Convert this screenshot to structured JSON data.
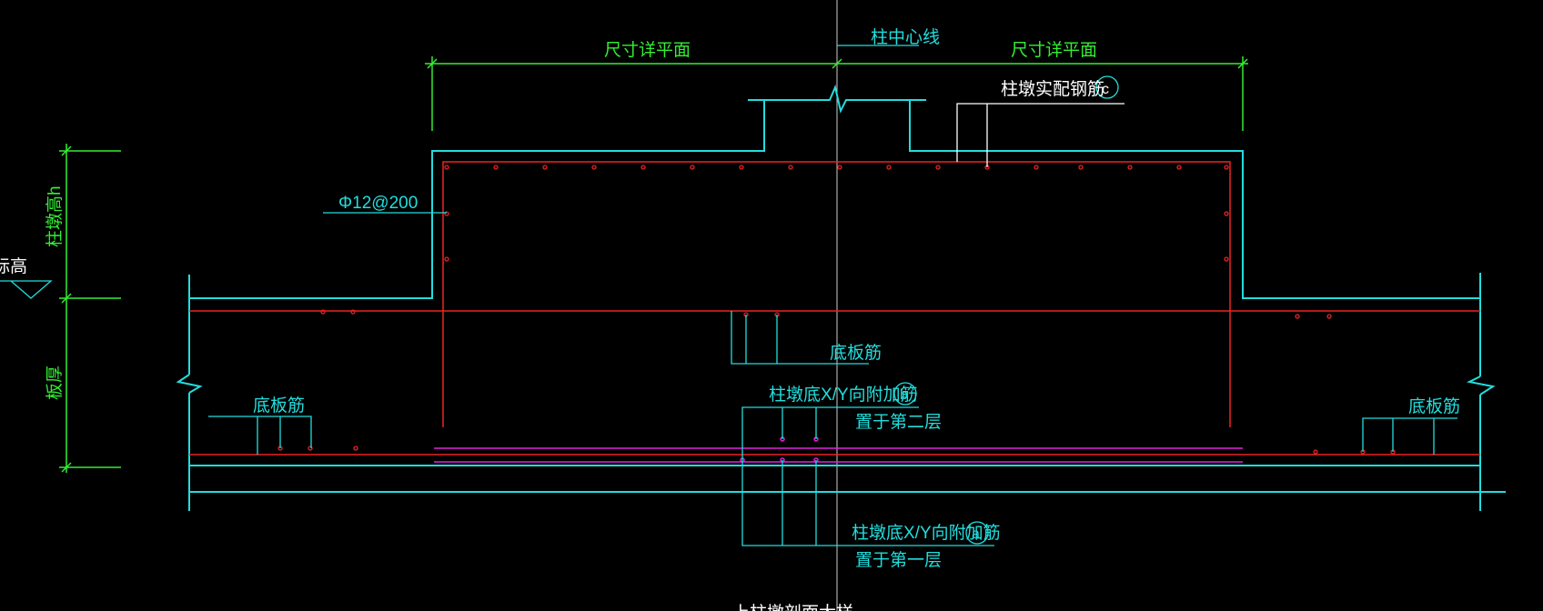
{
  "labels": {
    "dim_left": "尺寸详平面",
    "dim_right": "尺寸详平面",
    "column_centerline": "柱中心线",
    "pier_actual_rebar": "柱墩实配钢筋",
    "marker_c": "c",
    "marker_b": "b",
    "marker_a": "a",
    "stirrup_spec": "Φ12@200",
    "bottom_rebar_left": "底板筋",
    "bottom_rebar_center": "底板筋",
    "bottom_rebar_right": "底板筋",
    "add_rebar_b": "柱墩底X/Y向附加筋",
    "layer_b": "置于第二层",
    "add_rebar_a": "柱墩底X/Y向附加筋",
    "layer_a": "置于第一层",
    "pier_height": "柱墩高h",
    "slab_thickness": "板厚",
    "elevation": "标高",
    "bottom_caption": "上柱墩剖面大样"
  },
  "colors": {
    "background": "#000000",
    "concrete_outline": "#22dddd",
    "rebar": "#ee2222",
    "additional_rebar": "#dd22dd",
    "dimension": "#33ee33",
    "centerline": "#cccccc",
    "leader_white": "#ffffff"
  }
}
